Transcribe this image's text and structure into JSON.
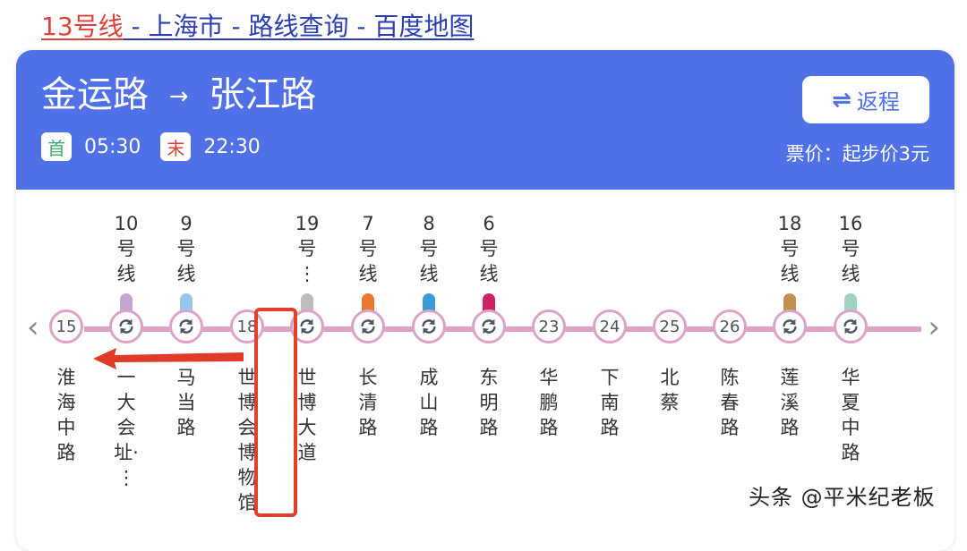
{
  "page": {
    "title_line": "13号线",
    "title_rest": " - 上海市 - 路线查询 - 百度地图"
  },
  "header": {
    "route_from": "金运路",
    "route_arrow": "→",
    "route_to": "张江路",
    "first_badge": "首",
    "first_time": "05:30",
    "last_badge": "末",
    "last_time": "22:30",
    "return_icon": "⇌",
    "return_label": "返程",
    "fare": "票价：起步价3元"
  },
  "colors": {
    "header_bg": "#5070e8",
    "line_color": "#dea2c6",
    "highlight_red": "#e0402d"
  },
  "nav": {
    "prev": "‹",
    "next": "›"
  },
  "stations": [
    {
      "node": "15",
      "name": "淮海中路",
      "transfer": null
    },
    {
      "node": "transfer",
      "name": "一大会址·…",
      "transfer": {
        "label": "10号线",
        "color": "#c3a5d2"
      }
    },
    {
      "node": "transfer",
      "name": "马当路",
      "transfer": {
        "label": "9号线",
        "color": "#95c8e8"
      }
    },
    {
      "node": "18",
      "name": "世博会博物馆",
      "transfer": null,
      "highlighted": true
    },
    {
      "node": "transfer",
      "name": "世博大道",
      "transfer": {
        "label": "19号…",
        "color": "#bdbdbd"
      }
    },
    {
      "node": "transfer",
      "name": "长清路",
      "transfer": {
        "label": "7号线",
        "color": "#e8772f"
      }
    },
    {
      "node": "transfer",
      "name": "成山路",
      "transfer": {
        "label": "8号线",
        "color": "#3d9ad8"
      }
    },
    {
      "node": "transfer",
      "name": "东明路",
      "transfer": {
        "label": "6号线",
        "color": "#cc2163"
      }
    },
    {
      "node": "23",
      "name": "华鹏路",
      "transfer": null
    },
    {
      "node": "24",
      "name": "下南路",
      "transfer": null
    },
    {
      "node": "25",
      "name": "北蔡",
      "transfer": null
    },
    {
      "node": "26",
      "name": "陈春路",
      "transfer": null
    },
    {
      "node": "transfer",
      "name": "莲溪路",
      "transfer": {
        "label": "18号线",
        "color": "#c0904f"
      }
    },
    {
      "node": "transfer",
      "name": "华夏中路",
      "transfer": {
        "label": "16号线",
        "color": "#9fd3c0"
      }
    }
  ],
  "transfer_labels": [
    [
      "10",
      "号",
      "线"
    ],
    [
      "9",
      "号",
      "线"
    ],
    [
      "19",
      "号",
      "⋮"
    ],
    [
      "7",
      "号",
      "线"
    ],
    [
      "8",
      "号",
      "线"
    ],
    [
      "6",
      "号",
      "线"
    ],
    [
      "18",
      "号",
      "线"
    ],
    [
      "16",
      "号",
      "线"
    ]
  ],
  "station_name_chars": [
    [
      "淮",
      "海",
      "中",
      "路"
    ],
    [
      "一",
      "大",
      "会",
      "址·",
      "⋮"
    ],
    [
      "马",
      "当",
      "路"
    ],
    [
      "世",
      "博",
      "会",
      "博",
      "物",
      "馆"
    ],
    [
      "世",
      "博",
      "大",
      "道"
    ],
    [
      "长",
      "清",
      "路"
    ],
    [
      "成",
      "山",
      "路"
    ],
    [
      "东",
      "明",
      "路"
    ],
    [
      "华",
      "鹏",
      "路"
    ],
    [
      "下",
      "南",
      "路"
    ],
    [
      "北",
      "蔡"
    ],
    [
      "陈",
      "春",
      "路"
    ],
    [
      "莲",
      "溪",
      "路"
    ],
    [
      "华",
      "夏",
      "中",
      "路"
    ]
  ],
  "watermark": "头条 @平米纪老板"
}
